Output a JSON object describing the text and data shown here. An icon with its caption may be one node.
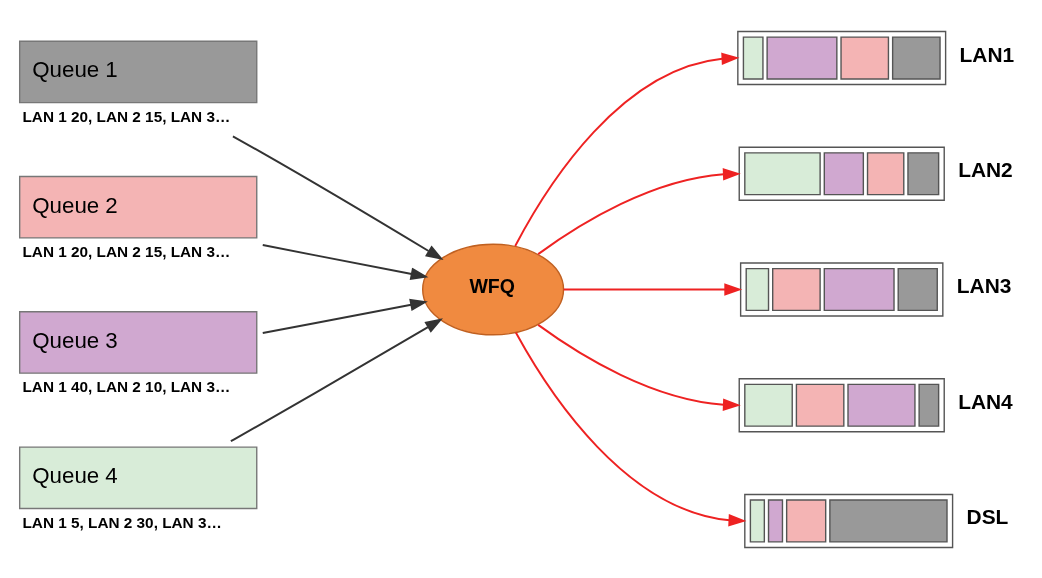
{
  "diagram": {
    "nodes": [
      {
        "text": [
          "Queue 1"
        ],
        "beside": [
          "LAN 1 20, LAN 2 15, LAN 3…"
        ]
      },
      {
        "text": [
          "Queue 2"
        ],
        "beside": [
          "LAN 1 20, LAN 2 15, LAN 3…"
        ]
      },
      {
        "text": [
          "Queue 3"
        ],
        "beside": [
          "LAN 1 40, LAN 2 10, LAN 3…"
        ]
      },
      {
        "text": [
          "Queue 4"
        ],
        "beside": [
          "LAN 1 5, LAN 2 30, LAN 3…"
        ]
      },
      {
        "text": [
          "WFQ"
        ]
      },
      {
        "text": [],
        "shape": "bar",
        "beside": [
          "LAN1"
        ]
      },
      {
        "text": [],
        "shape": "bar",
        "beside": [
          "LAN2"
        ]
      },
      {
        "text": [],
        "shape": "bar",
        "beside": [
          "LAN3"
        ]
      },
      {
        "text": [],
        "shape": "bar",
        "beside": [
          "LAN4"
        ]
      },
      {
        "text": [],
        "shape": "bar",
        "beside": [
          "DSL"
        ]
      }
    ],
    "edges": [
      {
        "from": 0,
        "to": 4,
        "arrow": "to",
        "color": "#333333"
      },
      {
        "from": 1,
        "to": 4,
        "arrow": "to",
        "color": "#333333"
      },
      {
        "from": 2,
        "to": 4,
        "arrow": "to",
        "color": "#333333"
      },
      {
        "from": 3,
        "to": 4,
        "arrow": "to",
        "color": "#333333"
      },
      {
        "from": 4,
        "to": 5,
        "arrow": "to"
      },
      {
        "from": 4,
        "to": 6,
        "arrow": "to"
      },
      {
        "from": 4,
        "to": 7,
        "arrow": "to"
      },
      {
        "from": 4,
        "to": 8,
        "arrow": "to"
      },
      {
        "from": 4,
        "to": 9,
        "arrow": "to"
      }
    ]
  }
}
